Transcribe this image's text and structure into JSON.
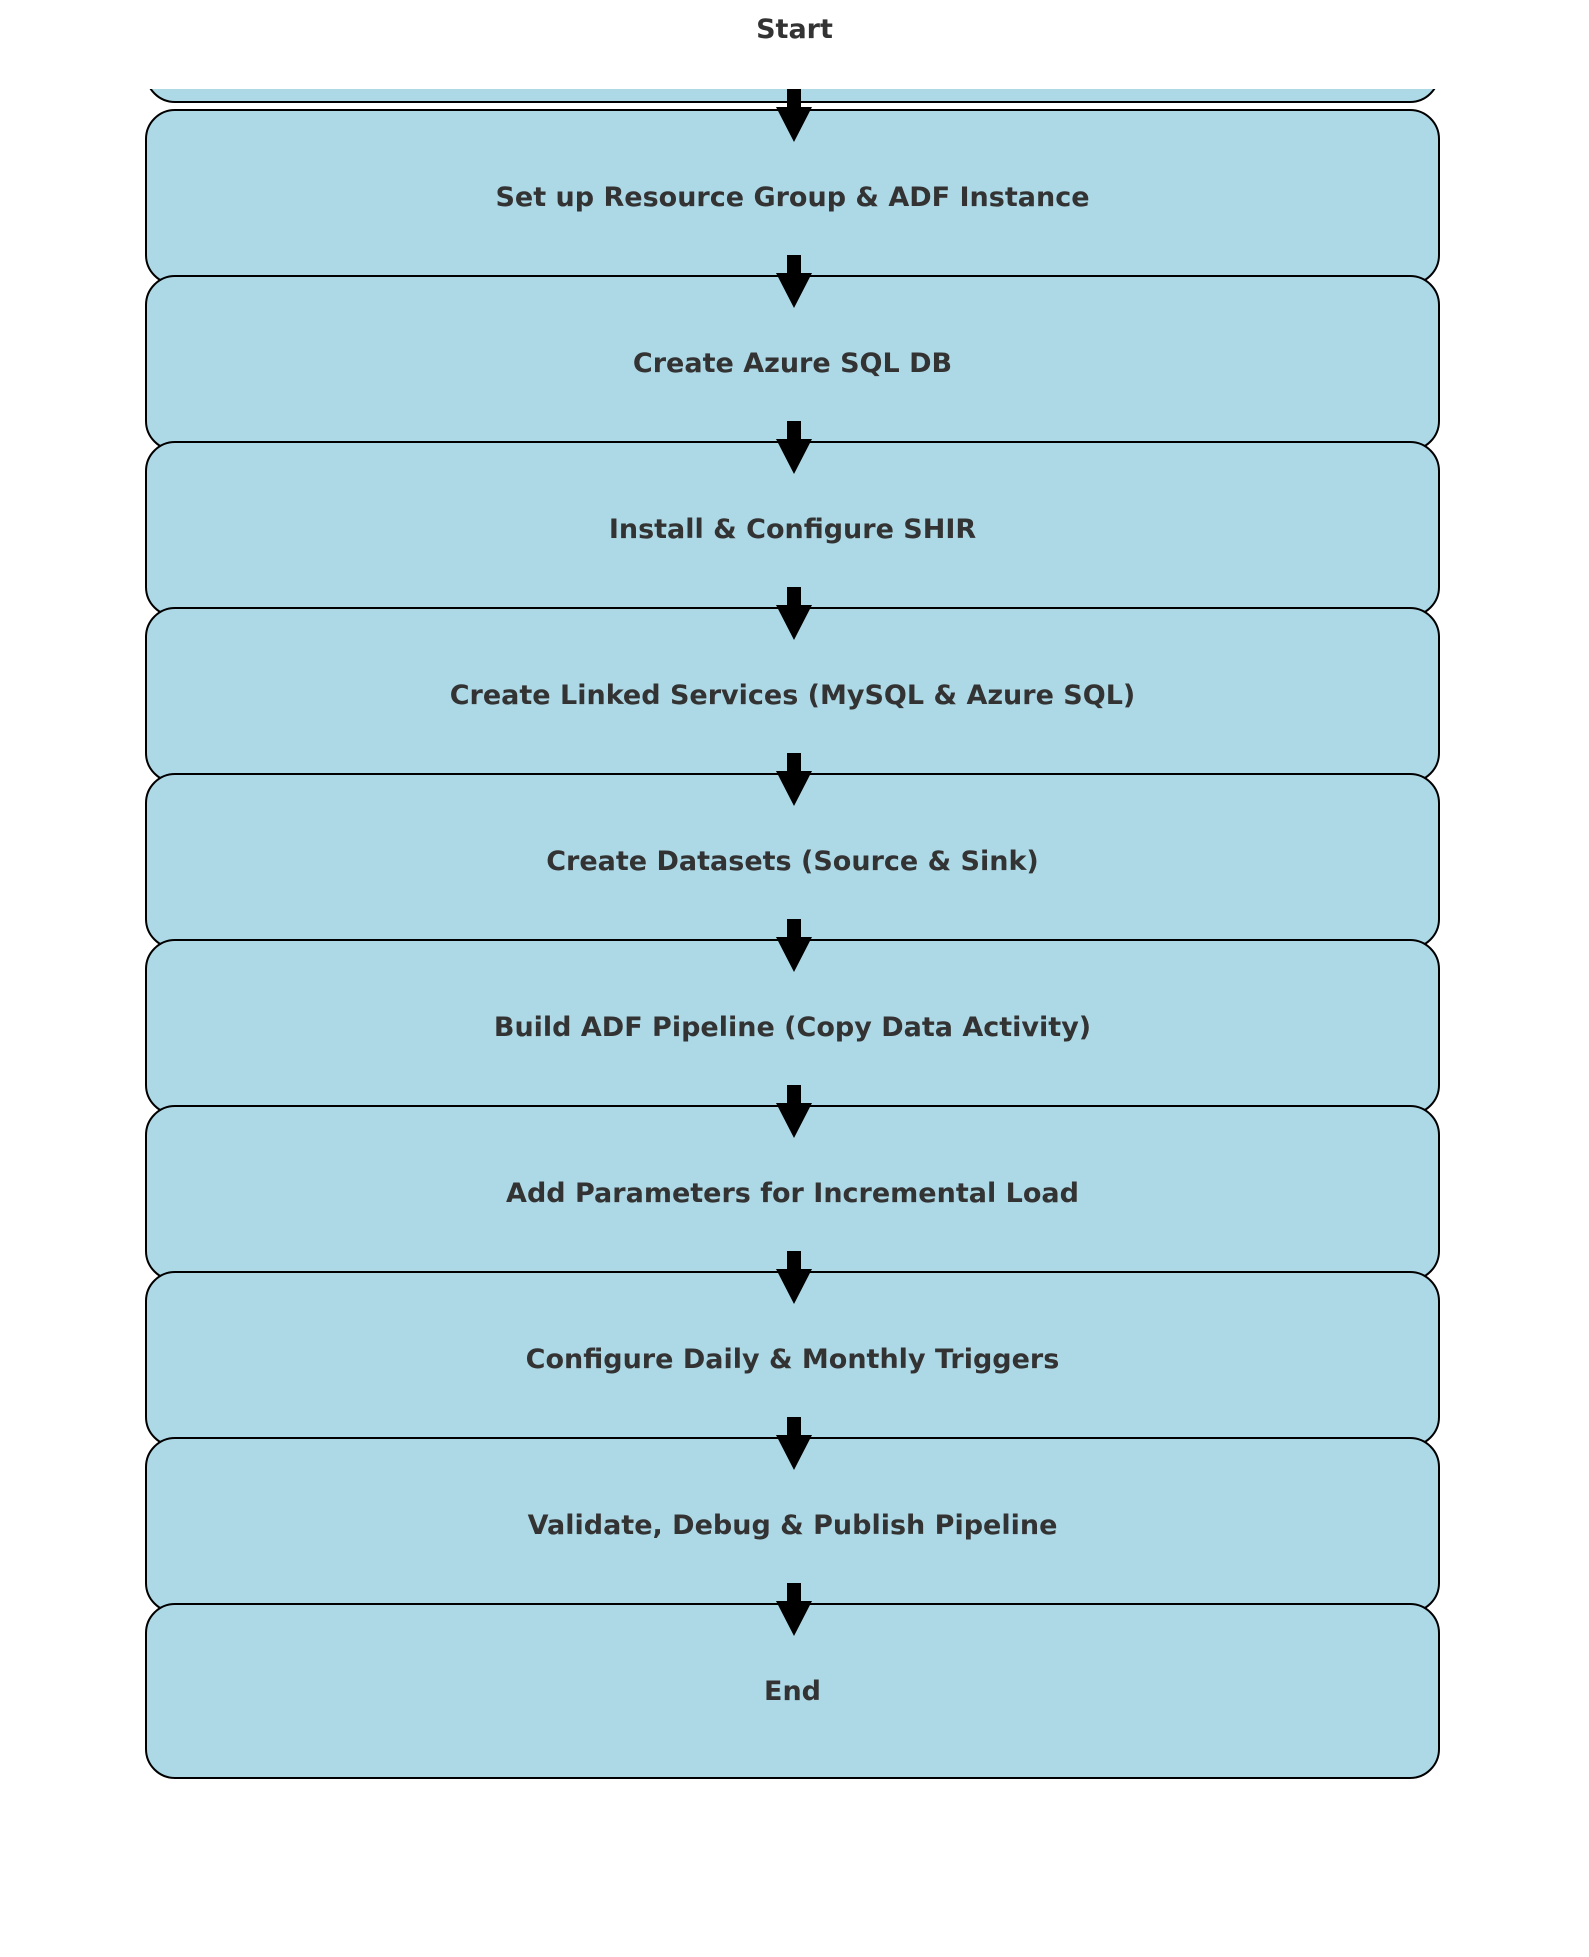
{
  "diagram": {
    "start_label": "Start",
    "steps": [
      "",
      "Set up Resource Group & ADF Instance",
      "Create Azure SQL DB",
      "Install & Configure SHIR",
      "Create Linked Services (MySQL & Azure SQL)",
      "Create Datasets (Source & Sink)",
      "Build ADF Pipeline (Copy Data Activity)",
      "Add Parameters for Incremental Load",
      "Configure Daily & Monthly Triggers",
      "Validate, Debug & Publish Pipeline",
      "End"
    ],
    "colors": {
      "box_fill": "#add8e6",
      "box_border": "#000000",
      "text": "#333333",
      "arrow": "#000000"
    }
  }
}
